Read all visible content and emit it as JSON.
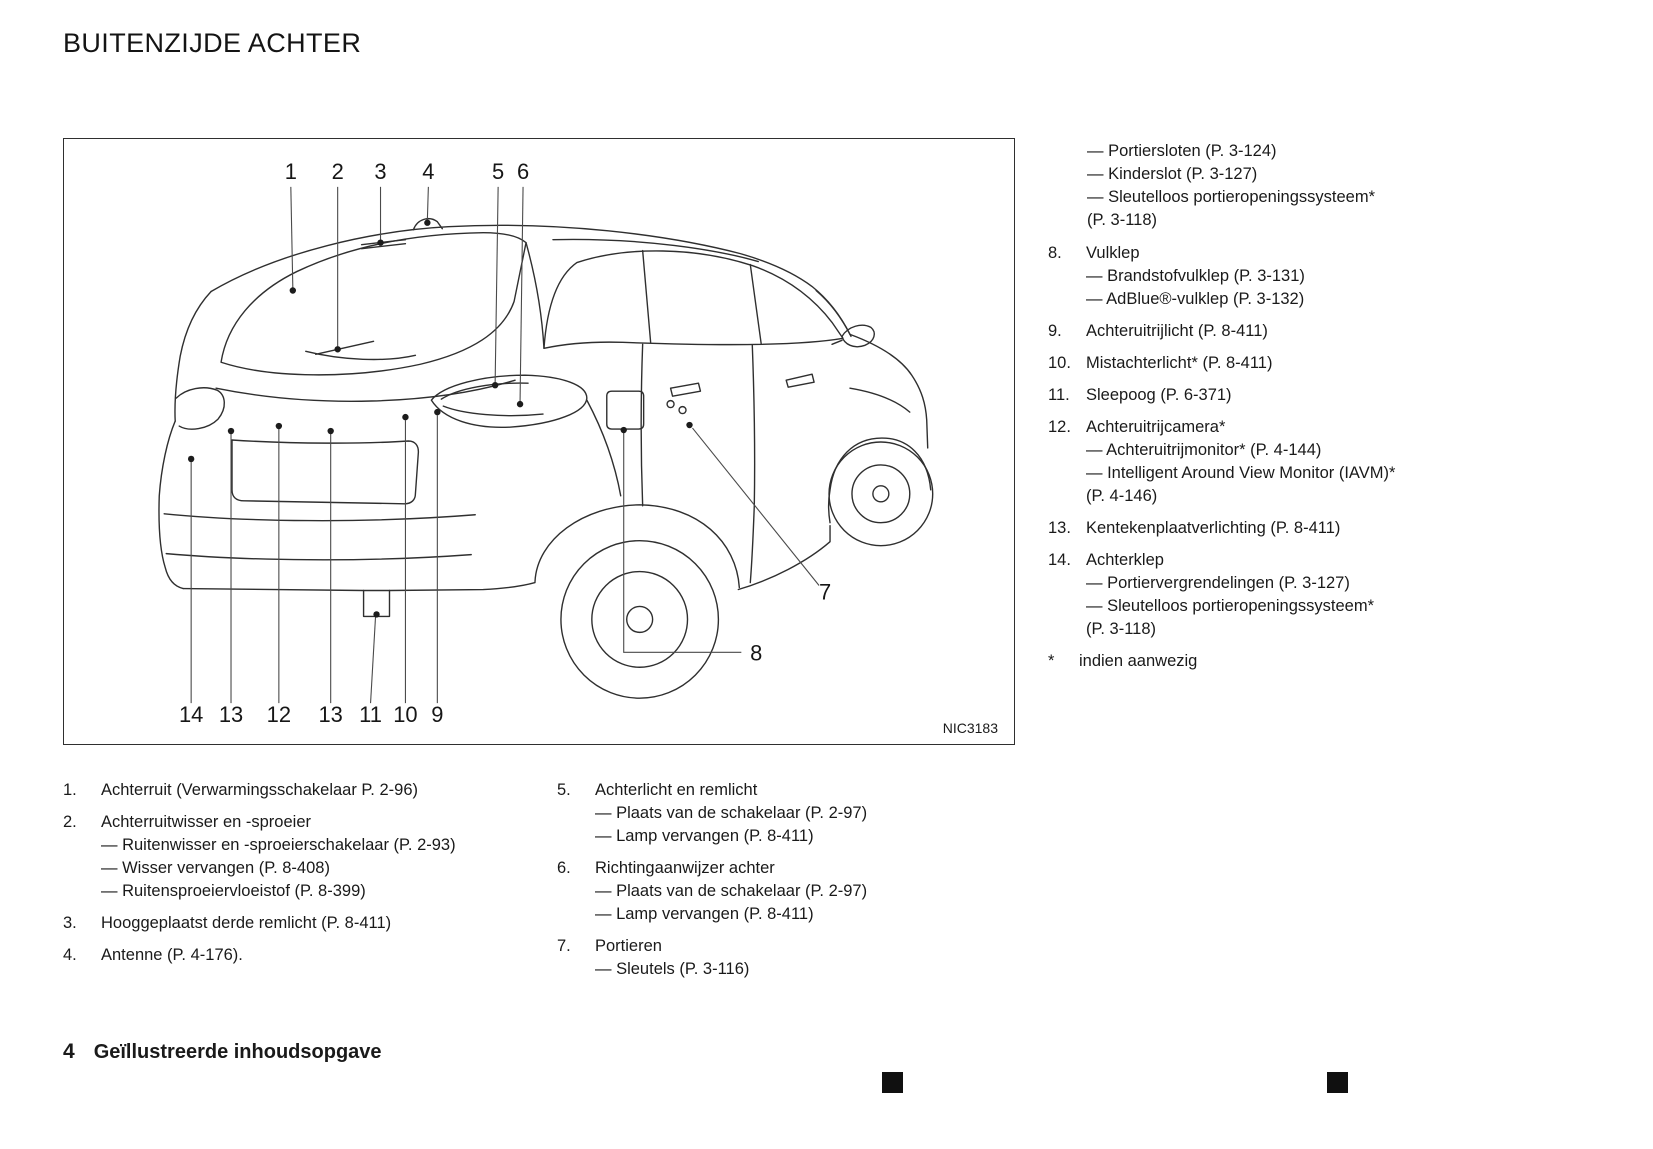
{
  "page": {
    "title": "BUITENZIJDE ACHTER",
    "footer": {
      "page_number": "4",
      "section_title": "Geïllustreerde inhoudsopgave"
    }
  },
  "figure": {
    "code": "NIC3183",
    "callouts": {
      "top": [
        "1",
        "2",
        "3",
        "4",
        "5",
        "6"
      ],
      "bottom": [
        "14",
        "13",
        "12",
        "13",
        "11",
        "10",
        "9"
      ],
      "side": [
        "7",
        "8"
      ]
    }
  },
  "right_column": {
    "continuation": [
      "— Portiersloten (P. 3-124)",
      "— Kinderslot (P. 3-127)",
      "— Sleutelloos portieropeningssysteem*",
      "(P. 3-118)"
    ],
    "items": [
      {
        "num": "8.",
        "title": "Vulklep",
        "subs": [
          "— Brandstofvulklep (P. 3-131)",
          "— AdBlue®-vulklep (P. 3-132)"
        ]
      },
      {
        "num": "9.",
        "title": "Achteruitrijlicht (P. 8-411)",
        "subs": []
      },
      {
        "num": "10.",
        "title": "Mistachterlicht* (P. 8-411)",
        "subs": []
      },
      {
        "num": "11.",
        "title": "Sleepoog (P. 6-371)",
        "subs": []
      },
      {
        "num": "12.",
        "title": "Achteruitrijcamera*",
        "subs": [
          "— Achteruitrijmonitor* (P. 4-144)",
          "— Intelligent Around View Monitor (IAVM)*",
          "(P. 4-146)"
        ]
      },
      {
        "num": "13.",
        "title": "Kentekenplaatverlichting (P. 8-411)",
        "subs": []
      },
      {
        "num": "14.",
        "title": "Achterklep",
        "subs": [
          "— Portiervergrendelingen (P. 3-127)",
          "— Sleutelloos portieropeningssysteem*",
          "(P. 3-118)"
        ]
      }
    ],
    "footnote": {
      "star": "*",
      "text": "indien aanwezig"
    }
  },
  "left_column": {
    "items": [
      {
        "num": "1.",
        "title": "Achterruit (Verwarmingsschakelaar P. 2-96)",
        "subs": []
      },
      {
        "num": "2.",
        "title": "Achterruitwisser en -sproeier",
        "subs": [
          "— Ruitenwisser en -sproeierschakelaar (P. 2-93)",
          "— Wisser vervangen (P. 8-408)",
          "— Ruitensproeiervloeistof (P. 8-399)"
        ]
      },
      {
        "num": "3.",
        "title": "Hooggeplaatst derde remlicht (P. 8-411)",
        "subs": []
      },
      {
        "num": "4.",
        "title": "Antenne (P. 4-176).",
        "subs": []
      }
    ]
  },
  "middle_column": {
    "items": [
      {
        "num": "5.",
        "title": "Achterlicht en remlicht",
        "subs": [
          "— Plaats van de schakelaar (P. 2-97)",
          "— Lamp vervangen (P. 8-411)"
        ]
      },
      {
        "num": "6.",
        "title": "Richtingaanwijzer achter",
        "subs": [
          "— Plaats van de schakelaar (P. 2-97)",
          "— Lamp vervangen (P. 8-411)"
        ]
      },
      {
        "num": "7.",
        "title": "Portieren",
        "subs": [
          "— Sleutels (P. 3-116)"
        ]
      }
    ]
  }
}
